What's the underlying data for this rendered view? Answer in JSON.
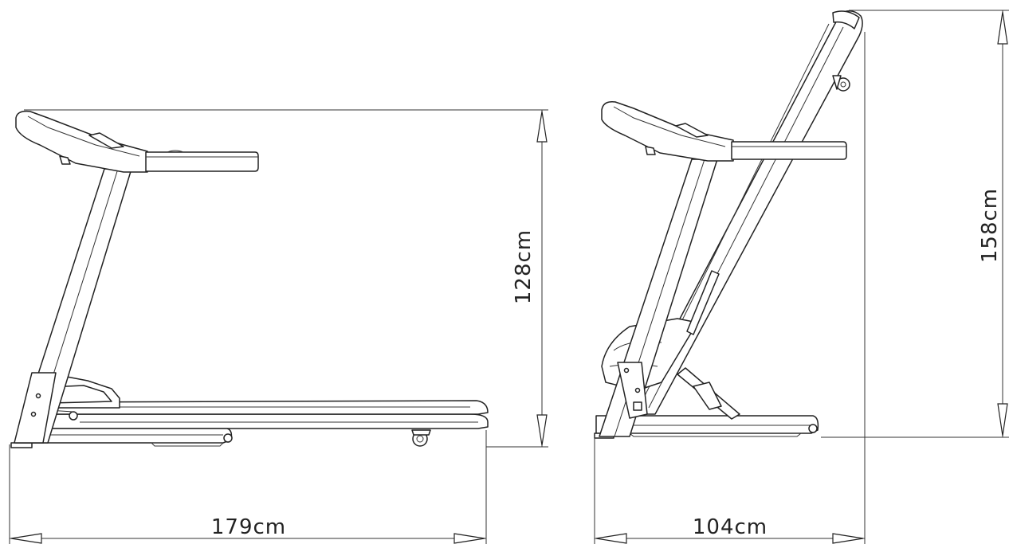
{
  "dimensions": {
    "unfolded_height": "128cm",
    "unfolded_length": "179cm",
    "folded_height": "158cm",
    "folded_length": "104cm"
  }
}
